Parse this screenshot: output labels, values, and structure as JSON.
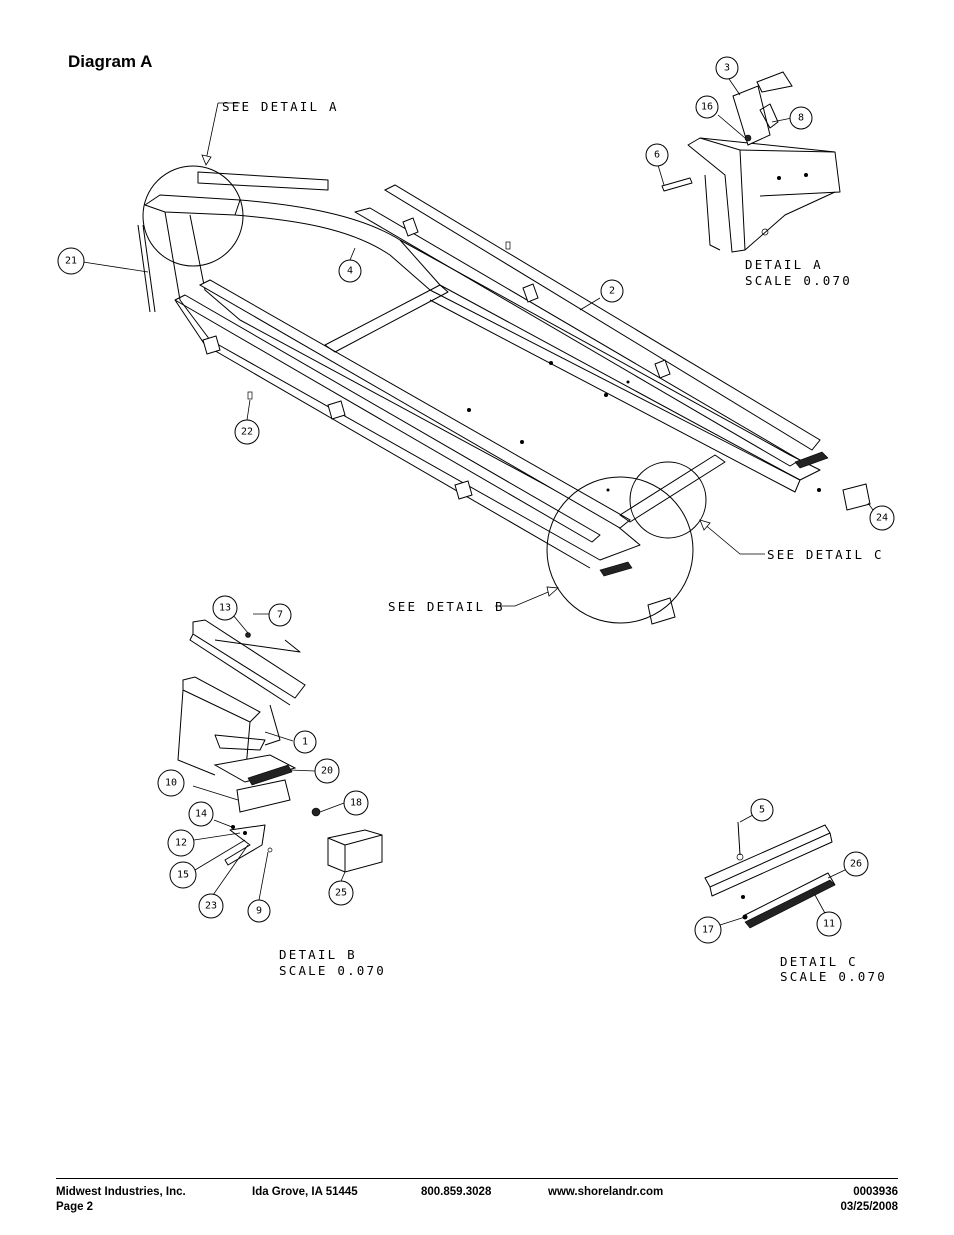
{
  "title": "Diagram A",
  "labels": {
    "see_detail_a": "SEE DETAIL  A",
    "see_detail_b": "SEE DETAIL  B",
    "see_detail_c": "SEE DETAIL  C",
    "detail_a": "DETAIL  A",
    "detail_b": "DETAIL  B",
    "detail_c": "DETAIL  C",
    "scale_a": "SCALE  0.070",
    "scale_b": "SCALE  0.070",
    "scale_c": "SCALE  0.070"
  },
  "callouts": {
    "c1": "1",
    "c2": "2",
    "c3": "3",
    "c4": "4",
    "c5": "5",
    "c6": "6",
    "c7": "7",
    "c8": "8",
    "c9": "9",
    "c10": "10",
    "c11": "11",
    "c12": "12",
    "c13": "13",
    "c14": "14",
    "c15": "15",
    "c16": "16",
    "c17": "17",
    "c18": "18",
    "c20": "20",
    "c21": "21",
    "c22": "22",
    "c23": "23",
    "c24": "24",
    "c25": "25",
    "c26": "26"
  },
  "footer": {
    "company": "Midwest Industries, Inc.",
    "page": "Page 2",
    "location": "Ida Grove, IA  51445",
    "phone": "800.859.3028",
    "website": "www.shorelandr.com",
    "doc_number": "0003936",
    "date": "03/25/2008"
  }
}
